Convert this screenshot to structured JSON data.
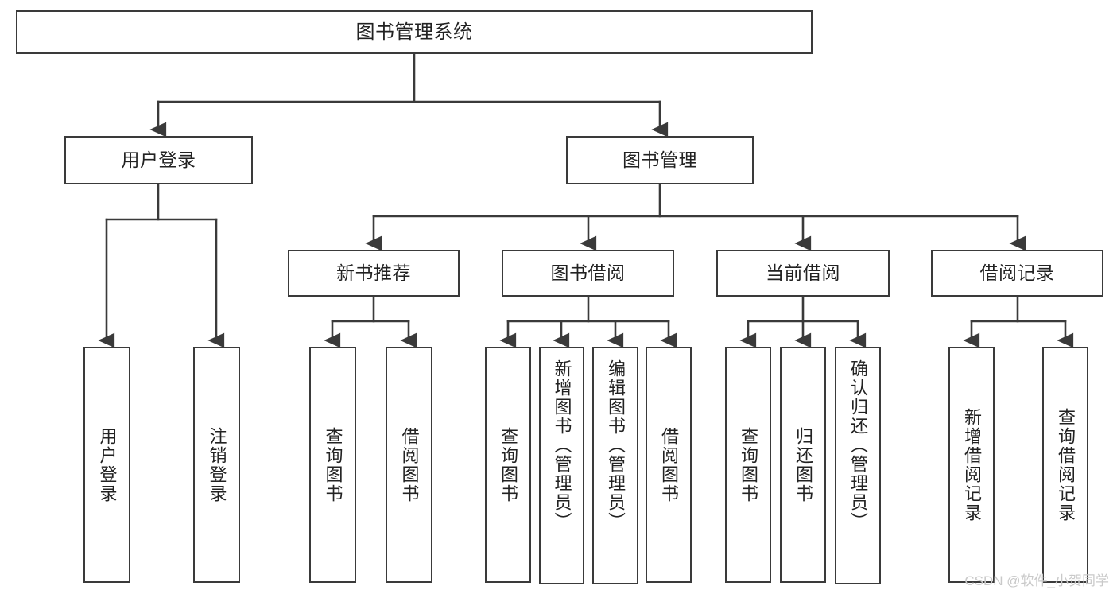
{
  "diagram": {
    "title": "图书管理系统",
    "type": "tree-hierarchy",
    "stroke_color": "#3a3a3a",
    "text_color": "#222222",
    "background": "#ffffff"
  },
  "nodes": {
    "root": {
      "label": "图书管理系统"
    },
    "level2": [
      {
        "id": "user-login",
        "label": "用户登录"
      },
      {
        "id": "book-manage",
        "label": "图书管理"
      }
    ],
    "level3": [
      {
        "id": "new-book-rec",
        "label": "新书推荐"
      },
      {
        "id": "book-borrow",
        "label": "图书借阅"
      },
      {
        "id": "current-borrow",
        "label": "当前借阅"
      },
      {
        "id": "borrow-record",
        "label": "借阅记录"
      }
    ],
    "leaves": {
      "user_login": [
        {
          "id": "leaf-user-login",
          "label": "用户登录"
        },
        {
          "id": "leaf-logout",
          "label": "注销登录"
        }
      ],
      "new_book_rec": [
        {
          "id": "leaf-query-book-1",
          "label": "查询图书"
        },
        {
          "id": "leaf-borrow-book-1",
          "label": "借阅图书"
        }
      ],
      "book_borrow": [
        {
          "id": "leaf-query-book-2",
          "label": "查询图书"
        },
        {
          "id": "leaf-add-book",
          "label": "新增图书（管理员）"
        },
        {
          "id": "leaf-edit-book",
          "label": "编辑图书（管理员）"
        },
        {
          "id": "leaf-borrow-book-2",
          "label": "借阅图书"
        }
      ],
      "current_borrow": [
        {
          "id": "leaf-query-book-3",
          "label": "查询图书"
        },
        {
          "id": "leaf-return-book",
          "label": "归还图书"
        },
        {
          "id": "leaf-confirm-return",
          "label": "确认归还（管理员）"
        }
      ],
      "borrow_record": [
        {
          "id": "leaf-add-record",
          "label": "新增借阅记录"
        },
        {
          "id": "leaf-query-record",
          "label": "查询借阅记录"
        }
      ]
    }
  },
  "watermark": {
    "text": "CSDN @软件_小贺同学"
  }
}
